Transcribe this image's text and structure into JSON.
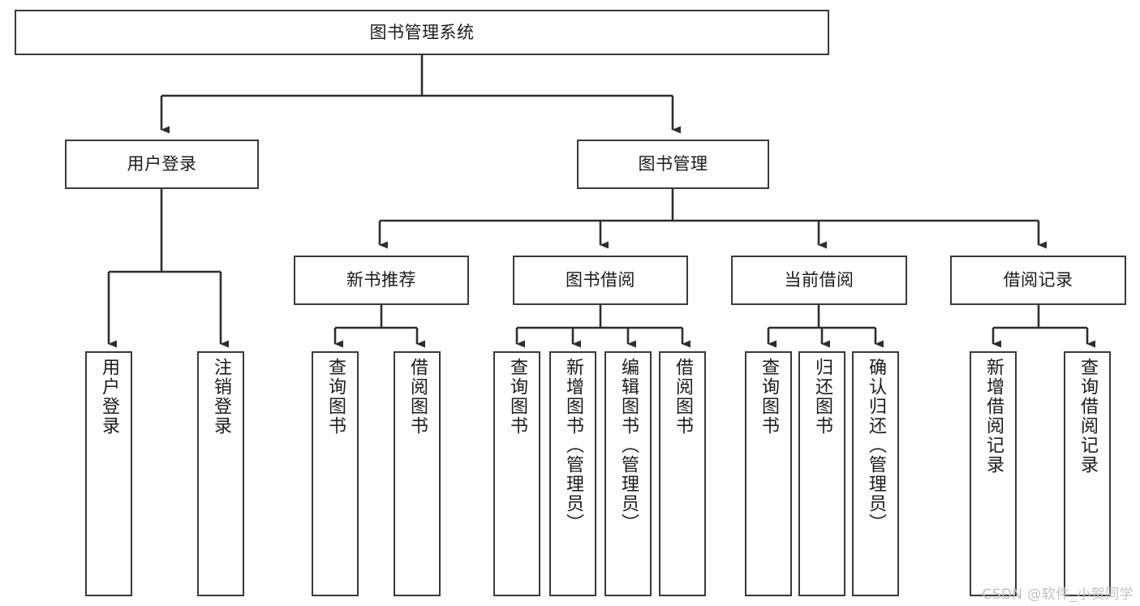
{
  "diagram": {
    "title": "图书管理系统",
    "type": "tree",
    "watermark": "CSDN @软件_小贺同学",
    "colors": {
      "border": "#3a3a3a",
      "background": "#ffffff",
      "text": "#1b1b1b",
      "watermark": "#bfbfbf"
    },
    "root": {
      "label": "图书管理系统"
    },
    "level2": [
      {
        "label": "用户登录"
      },
      {
        "label": "图书管理"
      }
    ],
    "level3": [
      {
        "label": "新书推荐"
      },
      {
        "label": "图书借阅"
      },
      {
        "label": "当前借阅"
      },
      {
        "label": "借阅记录"
      }
    ],
    "leaves": {
      "user_login": [
        {
          "label": "用户登录"
        },
        {
          "label": "注销登录"
        }
      ],
      "new_book_recommend": [
        {
          "label": "查询图书"
        },
        {
          "label": "借阅图书"
        }
      ],
      "book_borrow": [
        {
          "label": "查询图书"
        },
        {
          "label": "新增图书（管理员）"
        },
        {
          "label": "编辑图书（管理员）"
        },
        {
          "label": "借阅图书"
        }
      ],
      "current_borrow": [
        {
          "label": "查询图书"
        },
        {
          "label": "归还图书"
        },
        {
          "label": "确认归还（管理员）"
        }
      ],
      "borrow_record": [
        {
          "label": "新增借阅记录"
        },
        {
          "label": "查询借阅记录"
        }
      ]
    }
  }
}
